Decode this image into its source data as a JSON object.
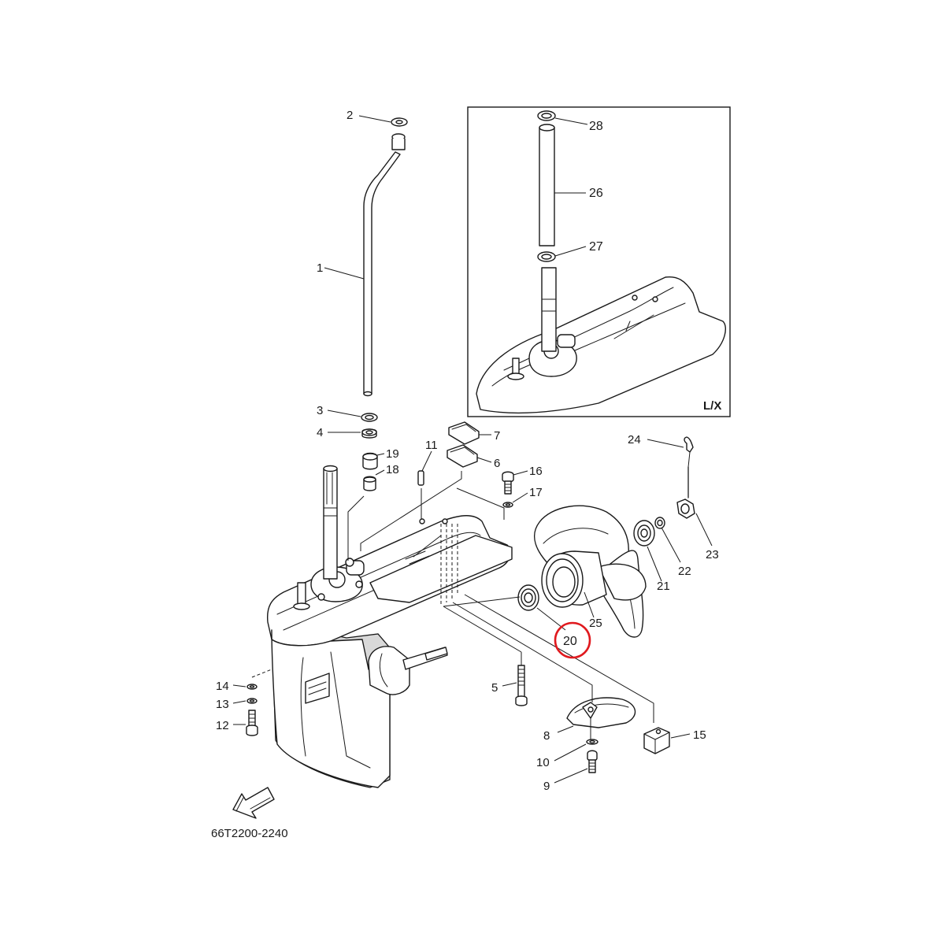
{
  "diagram": {
    "diagram_code": "66T2200-2240",
    "inset_label": "L/X",
    "highlighted_part": "20",
    "highlight_color": "#e0191e",
    "callouts": {
      "p1": "1",
      "p2": "2",
      "p3": "3",
      "p4": "4",
      "p5": "5",
      "p6": "6",
      "p7": "7",
      "p8": "8",
      "p9": "9",
      "p10": "10",
      "p11": "11",
      "p12": "12",
      "p13": "13",
      "p14": "14",
      "p15": "15",
      "p16": "16",
      "p17": "17",
      "p18": "18",
      "p19": "19",
      "p20": "20",
      "p21": "21",
      "p22": "22",
      "p23": "23",
      "p24": "24",
      "p25": "25",
      "p26": "26",
      "p27": "27",
      "p28": "28"
    }
  }
}
